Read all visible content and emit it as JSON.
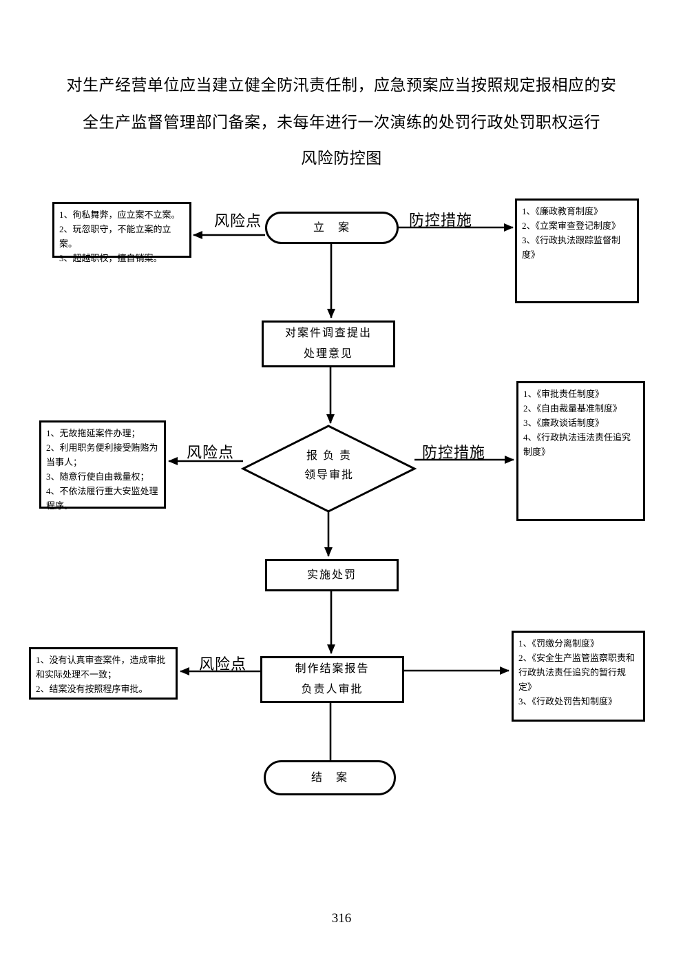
{
  "title": {
    "line1": "对生产经营单位应当建立健全防汛责任制，应急预案应当按照规定报相应的安",
    "line2": "全生产监督管理部门备案，未每年进行一次演练的处罚行政处罚职权运行",
    "line3": "风险防控图"
  },
  "flowchart": {
    "nodes": {
      "start": "立　案",
      "investigate_line1": "对案件调查提出",
      "investigate_line2": "处理意见",
      "decision_line1": "报 负 责",
      "decision_line2": "领导审批",
      "punish": "实施处罚",
      "report_line1": "制作结案报告",
      "report_line2": "负责人审批",
      "end": "结　案"
    },
    "labels": {
      "risk_top": "风险点",
      "control_top": "防控措施",
      "risk_mid": "风险点",
      "control_mid": "防控措施",
      "risk_bottom": "风险点"
    },
    "risk_boxes": {
      "top": [
        "1、徇私舞弊，应立案不立案。",
        "2、玩忽职守，不能立案的立案。",
        "3、超越职权，擅自销案。"
      ],
      "mid": [
        "1、无故拖延案件办理；",
        "2、利用职务便利接受贿赂为当事人；",
        "3、随意行使自由裁量权；",
        "4、不依法履行重大安监处理程序。"
      ],
      "bottom": [
        "1、没有认真审查案件，造成审批和实际处理不一致；",
        "2、结案没有按照程序审批。"
      ]
    },
    "control_boxes": {
      "top": [
        "1、《廉政教育制度》",
        "2、《立案审查登记制度》",
        "3、《行政执法跟踪监督制度》"
      ],
      "mid": [
        "1、《审批责任制度》",
        "2、《自由裁量基准制度》",
        "3、《廉政谈话制度》",
        "4、《行政执法违法责任追究制度》"
      ],
      "bottom": [
        "1、《罚缴分离制度》",
        "2、《安全生产监管监察职责和行政执法责任追究的暂行规定》",
        "3、《行政处罚告知制度》"
      ]
    }
  },
  "page_number": "316",
  "colors": {
    "ink": "#000000",
    "paper": "#ffffff"
  }
}
